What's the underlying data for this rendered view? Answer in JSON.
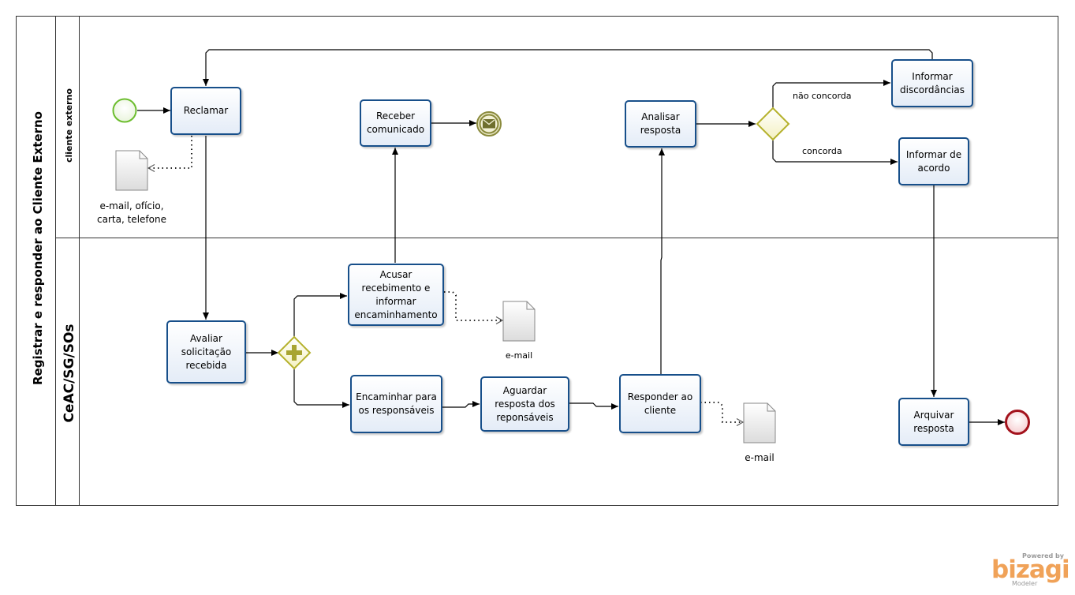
{
  "pool": {
    "title": "Registrar e responder ao Cliente Externo"
  },
  "lanes": [
    {
      "id": "cliente",
      "title": "cliente externo"
    },
    {
      "id": "ceac",
      "title": "CeAC/SG/SOs"
    }
  ],
  "tasks": {
    "reclamar": [
      "Reclamar"
    ],
    "receber": [
      "Receber",
      "comunicado"
    ],
    "analisar": [
      "Analisar",
      "resposta"
    ],
    "discordancias": [
      "Informar",
      "discordâncias"
    ],
    "acordo": [
      "Informar de",
      "acordo"
    ],
    "avaliar": [
      "Avaliar",
      "solicitação",
      "recebida"
    ],
    "acusar": [
      "Acusar",
      "recebimento e",
      "informar",
      "encaminhamento"
    ],
    "encaminhar": [
      "Encaminhar para",
      "os responsáveis"
    ],
    "aguardar": [
      "Aguardar",
      "resposta dos",
      "reponsáveis"
    ],
    "responder": [
      "Responder ao",
      "cliente"
    ],
    "arquivar": [
      "Arquivar",
      "resposta"
    ]
  },
  "artifacts": {
    "doc_cliente": [
      "e-mail, ofício,",
      "carta, telefone"
    ],
    "doc_acusar": [
      "e-mail"
    ],
    "doc_responder": [
      "e-mail"
    ]
  },
  "gateway_labels": {
    "nao_concorda": "não concorda",
    "concorda": "concorda"
  },
  "branding": {
    "powered": "Powered by",
    "logo": "bizagi",
    "product": "Modeler"
  },
  "colors": {
    "task_border": "#174f8a",
    "start_event": "#6cbd2e",
    "end_event": "#a3121c",
    "gateway": "#b5b12c",
    "message_event": "#8a8a3c",
    "brand": "#f0a258"
  }
}
